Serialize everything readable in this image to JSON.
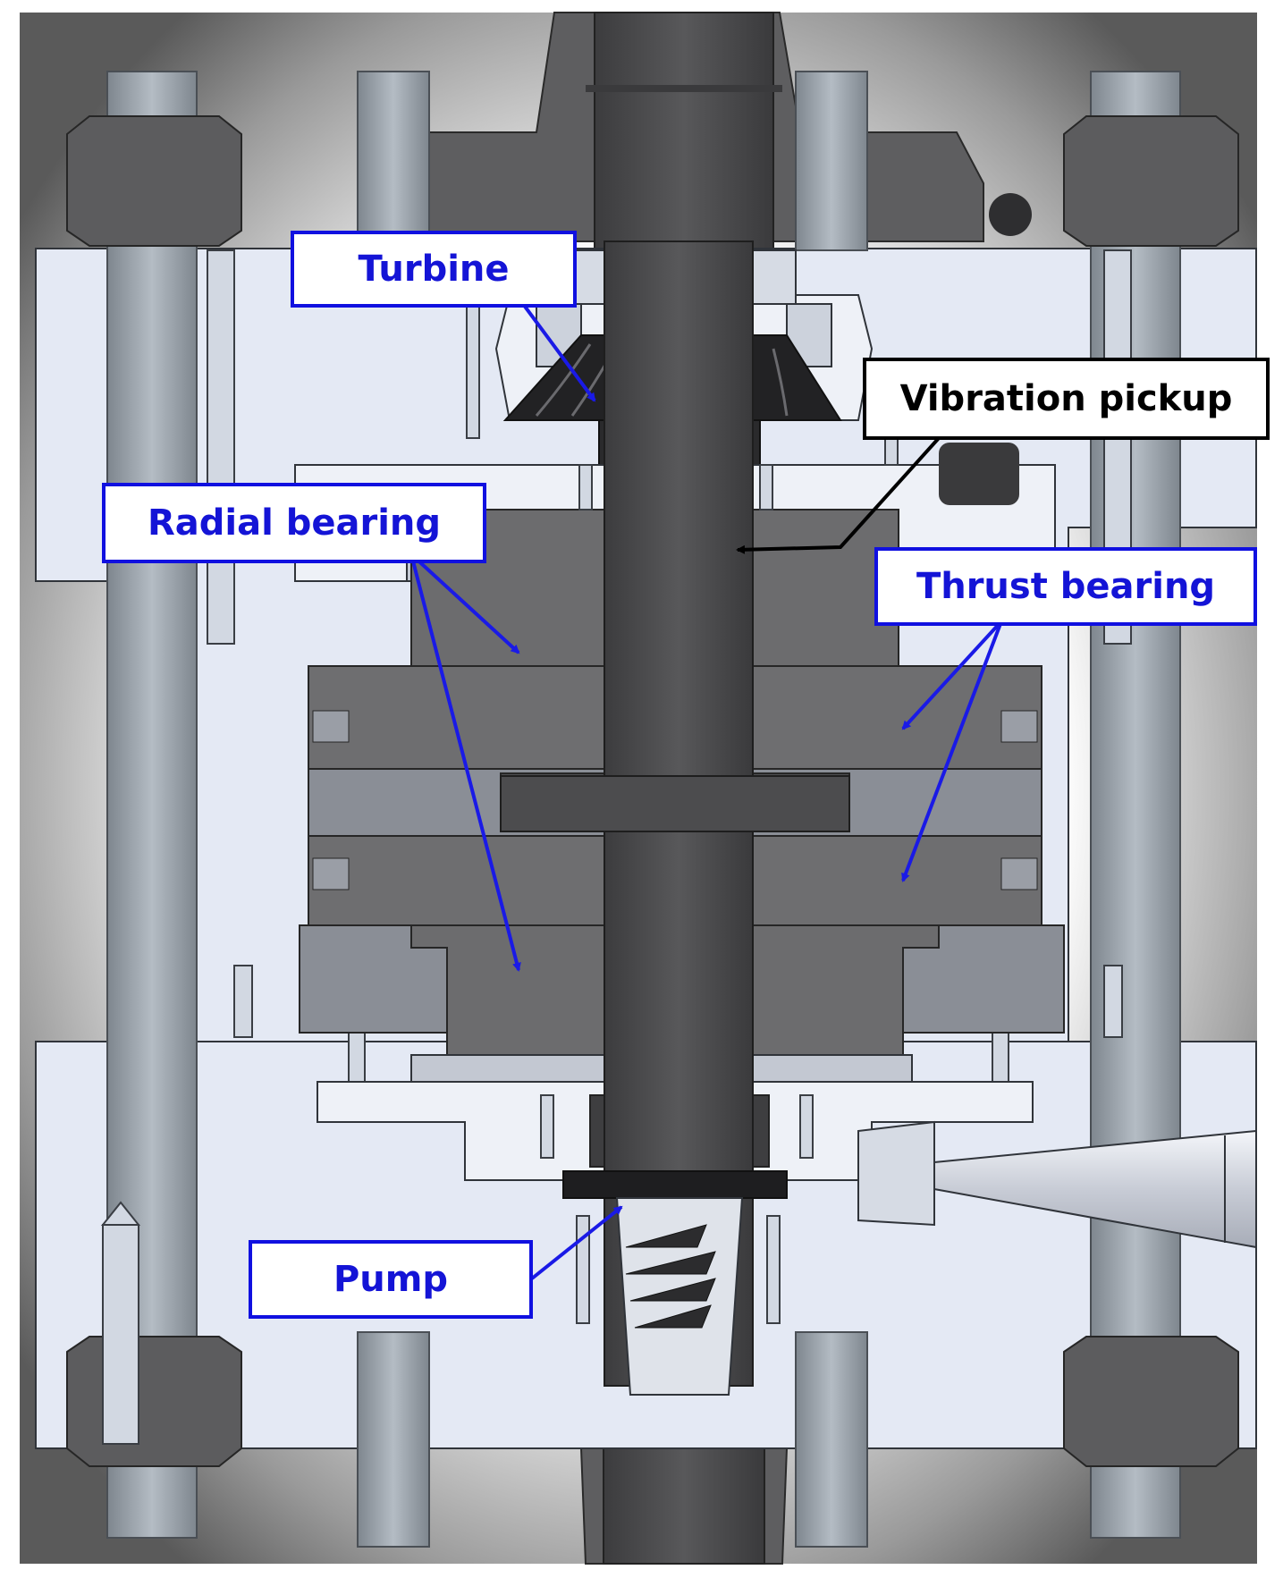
{
  "labels": {
    "turbine": "Turbine",
    "vibration_pickup": "Vibration pickup",
    "radial_bearing": "Radial bearing",
    "thrust_bearing": "Thrust bearing",
    "pump": "Pump"
  },
  "colors": {
    "label_blue": "#1414d6",
    "label_black": "#000000",
    "housing_light": "#e4e9f4",
    "metal_dark": "#5a5a5c",
    "metal_mid": "#6e6e70",
    "shaft": "#4a4a4c",
    "bolt": "#9ba3ab",
    "background_vignette": "#6a6a6a"
  }
}
